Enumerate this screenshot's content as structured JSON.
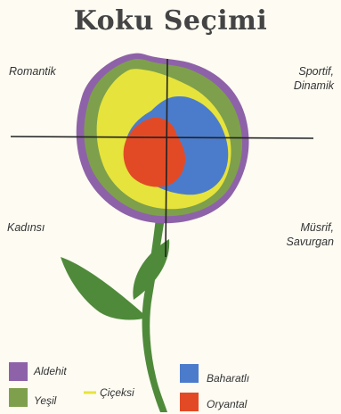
{
  "title": "Koku Seçimi",
  "quadrants": {
    "top_left": "Romantik",
    "top_right_1": "Sportif,",
    "top_right_2": "Dinamik",
    "bottom_left": "Kadınsı",
    "bottom_right_1": "Müsrif,",
    "bottom_right_2": "Savurgan"
  },
  "legend": {
    "aldehit": {
      "label": "Aldehit",
      "color": "#8e62a8"
    },
    "yesil": {
      "label": "Yeşil",
      "color": "#7ea04c"
    },
    "cicekli": {
      "label": "Çiçeksi",
      "color": "#e6e33c"
    },
    "baharatli": {
      "label": "Baharatlı",
      "color": "#4b7ccc"
    },
    "oryantal": {
      "label": "Oryantal",
      "color": "#e24a26"
    }
  },
  "colors": {
    "stem": "#4f8a3b",
    "axes": "#222222"
  }
}
